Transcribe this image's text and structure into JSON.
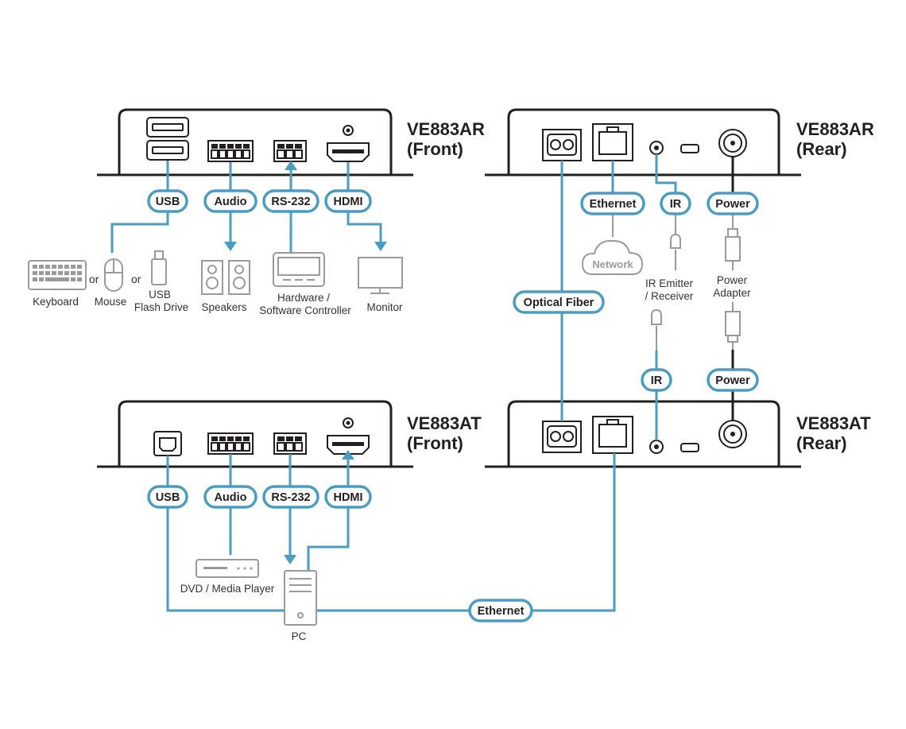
{
  "units": {
    "rx_front": "VE883AR",
    "rx_front_sub": "(Front)",
    "rx_rear": "VE883AR",
    "rx_rear_sub": "(Rear)",
    "tx_front": "VE883AT",
    "tx_front_sub": "(Front)",
    "tx_rear": "VE883AT",
    "tx_rear_sub": "(Rear)"
  },
  "port_labels": {
    "usb": "USB",
    "audio": "Audio",
    "rs232": "RS-232",
    "hdmi": "HDMI",
    "ethernet": "Ethernet",
    "ir": "IR",
    "power": "Power",
    "optical_fiber": "Optical Fiber"
  },
  "devices": {
    "keyboard": "Keyboard",
    "or": "or",
    "mouse": "Mouse",
    "usb_flash_line1": "USB",
    "usb_flash_line2": "Flash Drive",
    "speakers": "Speakers",
    "controller_line1": "Hardware /",
    "controller_line2": "Software Controller",
    "monitor": "Monitor",
    "network": "Network",
    "ir_line1": "IR Emitter",
    "ir_line2": "/ Receiver",
    "power_line1": "Power",
    "power_line2": "Adapter",
    "dvd": "DVD / Media Player",
    "pc": "PC"
  },
  "colors": {
    "cable_blue": "#4a9cc2",
    "device_gray": "#9a9a9a",
    "outline_black": "#231f20"
  }
}
